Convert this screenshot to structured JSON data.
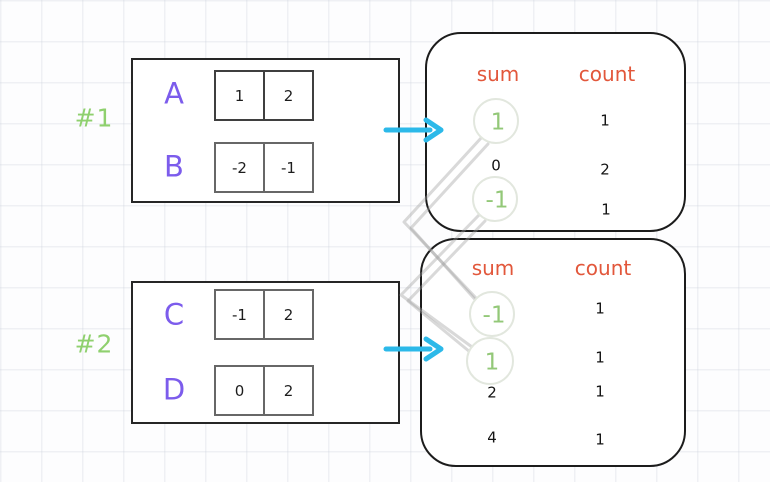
{
  "examples": [
    {
      "label": "#1",
      "arrays": [
        {
          "name": "A",
          "cells": [
            "1",
            "2"
          ]
        },
        {
          "name": "B",
          "cells": [
            "-2",
            "-1"
          ]
        }
      ],
      "result": {
        "sum_header": "sum",
        "count_header": "count",
        "rows": [
          {
            "sum": "1",
            "count": "1",
            "circled": true
          },
          {
            "sum": "0",
            "count": "2",
            "circled": false
          },
          {
            "sum": "-1",
            "count": "1",
            "circled": true
          }
        ]
      }
    },
    {
      "label": "#2",
      "arrays": [
        {
          "name": "C",
          "cells": [
            "-1",
            "2"
          ]
        },
        {
          "name": "D",
          "cells": [
            "0",
            "2"
          ]
        }
      ],
      "result": {
        "sum_header": "sum",
        "count_header": "count",
        "rows": [
          {
            "sum": "-1",
            "count": "1",
            "circled": true
          },
          {
            "sum": "1",
            "count": "1",
            "circled": true
          },
          {
            "sum": "2",
            "count": "1",
            "circled": false
          },
          {
            "sum": "4",
            "count": "1",
            "circled": false
          }
        ]
      }
    }
  ],
  "icons": {
    "arrow_1": "arrow-right-icon",
    "arrow_2": "arrow-right-icon"
  },
  "colors": {
    "label_green": "#8fd06e",
    "letter_purple": "#7c5cec",
    "header_orange": "#e2573b",
    "circled_green": "#93c878",
    "arrow_cyan": "#2cb9e9",
    "connector_gray": "#bcbcbc",
    "box_border": "#1c1c1c"
  }
}
